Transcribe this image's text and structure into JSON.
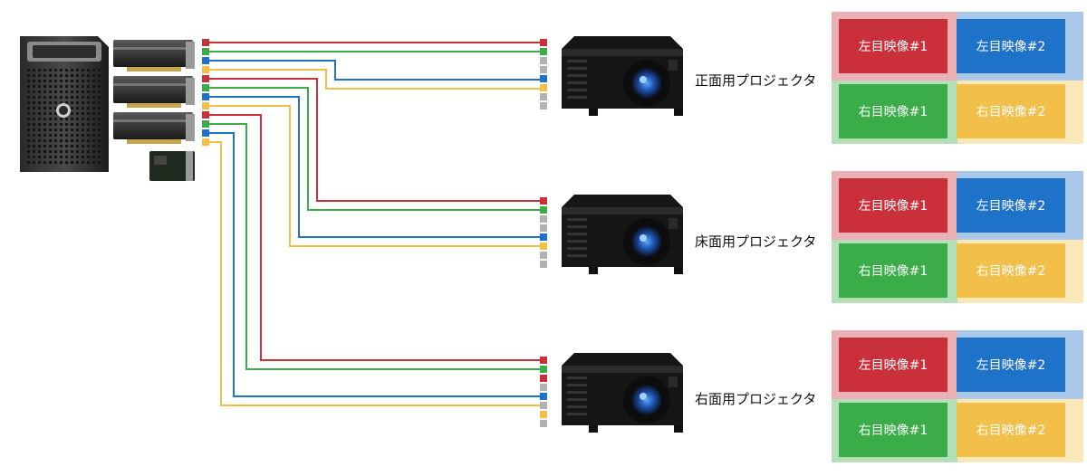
{
  "colors": {
    "red": "#c9303a",
    "green": "#3aac48",
    "blue": "#1e72c8",
    "yellow": "#f2bf49",
    "gray": "#b2b2b2"
  },
  "computer": {
    "tower": "workstation-tower",
    "gpu_count": 3,
    "sync_card": "sync-card"
  },
  "projectors": [
    {
      "label": "正面用プロジェクタ",
      "cells": [
        {
          "text": "左目映像#1",
          "color": "red"
        },
        {
          "text": "左目映像#2",
          "color": "blue"
        },
        {
          "text": "右目映像#1",
          "color": "green"
        },
        {
          "text": "右目映像#2",
          "color": "yellow"
        }
      ]
    },
    {
      "label": "床面用プロジェクタ",
      "cells": [
        {
          "text": "左目映像#1",
          "color": "red"
        },
        {
          "text": "左目映像#2",
          "color": "blue"
        },
        {
          "text": "右目映像#1",
          "color": "green"
        },
        {
          "text": "右目映像#2",
          "color": "yellow"
        }
      ]
    },
    {
      "label": "右面用プロジェクタ",
      "cells": [
        {
          "text": "左目映像#1",
          "color": "red"
        },
        {
          "text": "左目映像#2",
          "color": "blue"
        },
        {
          "text": "右目映像#1",
          "color": "green"
        },
        {
          "text": "右目映像#2",
          "color": "yellow"
        }
      ]
    }
  ]
}
